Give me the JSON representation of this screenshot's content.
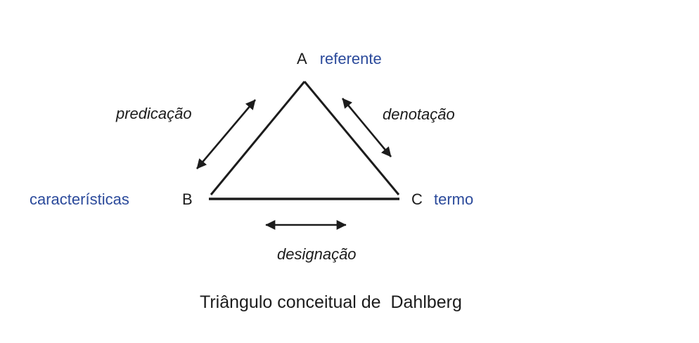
{
  "diagram": {
    "caption": "Triângulo conceitual de  Dahlberg",
    "vertex_a": {
      "letter": "A",
      "label": "referente"
    },
    "vertex_b": {
      "letter": "B",
      "label": "características"
    },
    "vertex_c": {
      "letter": "C",
      "label": "termo"
    },
    "relations": {
      "left": "predicação",
      "right": "denotação",
      "bottom": "designação"
    }
  },
  "colors": {
    "accent_blue": "#2b4a9b",
    "line_black": "#1c1c1c",
    "background": "#ffffff"
  }
}
